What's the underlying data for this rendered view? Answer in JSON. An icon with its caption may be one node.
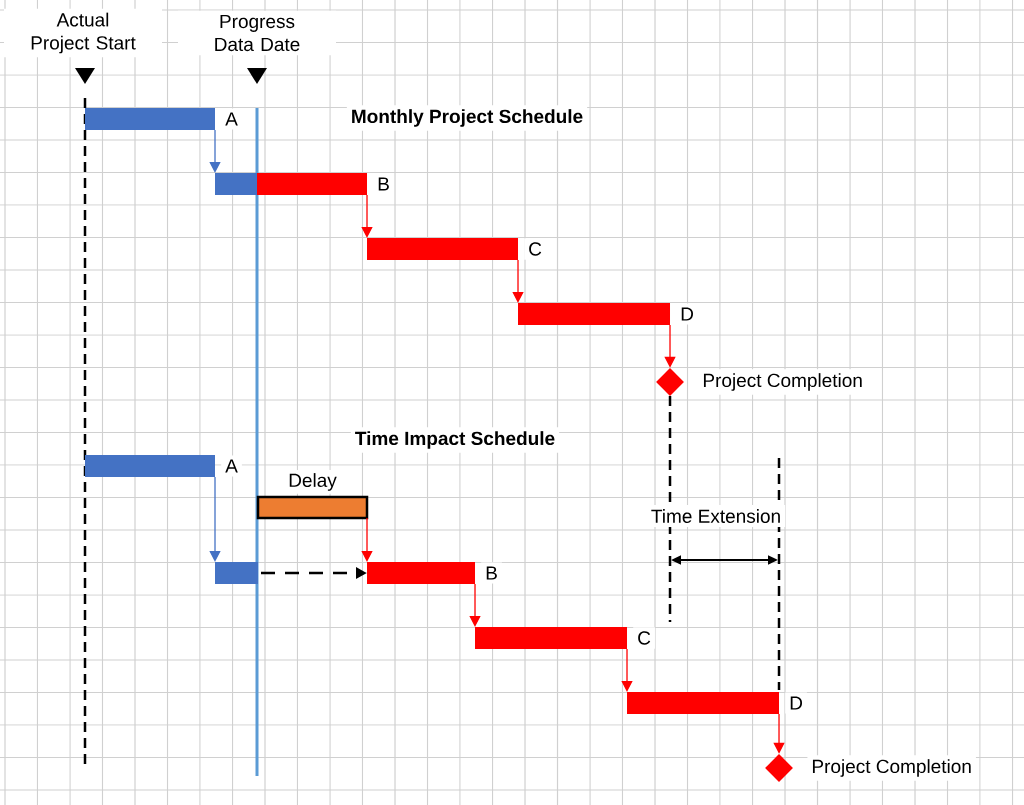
{
  "diagram": {
    "nodes": [
      {
        "text": [],
        "shape": "bar",
        "beside": [
          "A"
        ]
      },
      {
        "text": [],
        "shape": "bar",
        "beside": [
          "B"
        ]
      },
      {
        "text": [],
        "shape": "bar",
        "beside": [
          "C"
        ]
      },
      {
        "text": [],
        "shape": "bar",
        "beside": [
          "D"
        ]
      },
      {
        "text": [
          "Project Completion"
        ]
      },
      {
        "text": [],
        "shape": "bar",
        "beside": [
          "A"
        ]
      },
      {
        "text": [
          "Delay"
        ]
      },
      {
        "text": [],
        "shape": "bar"
      },
      {
        "text": [],
        "shape": "bar",
        "beside": [
          "B"
        ]
      },
      {
        "text": [],
        "shape": "bar",
        "beside": [
          "C"
        ]
      },
      {
        "text": [],
        "shape": "bar",
        "beside": [
          "D"
        ]
      },
      {
        "text": [
          "Project Completion"
        ]
      }
    ],
    "edges": [
      {
        "from": 0,
        "to": 1,
        "arrow": "to",
        "color": "#4472c4"
      },
      {
        "from": 1,
        "to": 2,
        "arrow": "to"
      },
      {
        "from": 2,
        "to": 3,
        "arrow": "to"
      },
      {
        "from": 3,
        "to": 4,
        "arrow": "to"
      },
      {
        "from": 5,
        "to": 7,
        "arrow": "to",
        "color": "#4472c4"
      },
      {
        "from": 6,
        "to": 8,
        "arrow": "to"
      },
      {
        "from": 7,
        "to": 8,
        "arrow": "to",
        "style": "dashed",
        "color": "#000000"
      },
      {
        "from": 8,
        "to": 9,
        "arrow": "to"
      },
      {
        "from": 9,
        "to": 10,
        "arrow": "to"
      },
      {
        "from": 10,
        "to": 11,
        "arrow": "to"
      }
    ],
    "labels": [
      "Actual Project Start",
      "Progress Data Date",
      "Monthly Project Schedule",
      "Time Impact Schedule",
      "Time Extension"
    ]
  }
}
